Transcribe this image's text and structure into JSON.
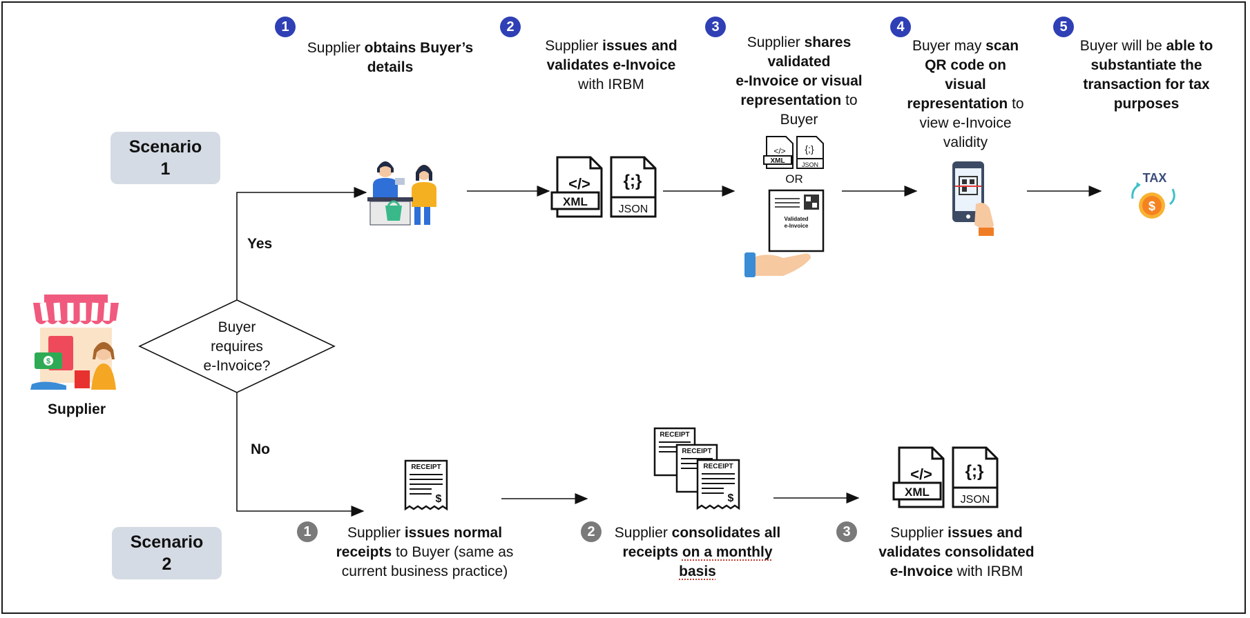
{
  "supplier_label": "Supplier",
  "decision": {
    "line1": "Buyer",
    "line2": "requires",
    "line3": "e-Invoice?"
  },
  "branch_yes": "Yes",
  "branch_no": "No",
  "scenario1": {
    "label_line1": "Scenario",
    "label_line2": "1",
    "steps": [
      {
        "num": "1",
        "p": [
          {
            "t": "Supplier "
          },
          {
            "b": "obtains Buyer’s"
          },
          {
            "br": true
          },
          {
            "b": "details"
          }
        ]
      },
      {
        "num": "2",
        "p": [
          {
            "t": "Supplier "
          },
          {
            "b": "issues and"
          },
          {
            "br": true
          },
          {
            "b": "validates e-Invoice"
          },
          {
            "br": true
          },
          {
            "t": "with IRBM"
          }
        ]
      },
      {
        "num": "3",
        "p": [
          {
            "t": "Supplier "
          },
          {
            "b": "shares"
          },
          {
            "br": true
          },
          {
            "b": "validated"
          },
          {
            "br": true
          },
          {
            "b": "e-Invoice or visual"
          },
          {
            "br": true
          },
          {
            "b": "representation"
          },
          {
            "t": " to"
          },
          {
            "br": true
          },
          {
            "t": "Buyer"
          }
        ]
      },
      {
        "num": "4",
        "p": [
          {
            "t": "Buyer may "
          },
          {
            "b": "scan"
          },
          {
            "br": true
          },
          {
            "b": "QR code on"
          },
          {
            "br": true
          },
          {
            "b": "visual"
          },
          {
            "br": true
          },
          {
            "b": "representation"
          },
          {
            "t": " to"
          },
          {
            "br": true
          },
          {
            "t": "view e-Invoice"
          },
          {
            "br": true
          },
          {
            "t": "validity"
          }
        ]
      },
      {
        "num": "5",
        "p": [
          {
            "t": "Buyer will be "
          },
          {
            "b": "able to"
          },
          {
            "br": true
          },
          {
            "b": "substantiate the"
          },
          {
            "br": true
          },
          {
            "b": "transaction for tax"
          },
          {
            "br": true
          },
          {
            "b": "purposes"
          }
        ]
      }
    ]
  },
  "scenario2": {
    "label_line1": "Scenario",
    "label_line2": "2",
    "steps": [
      {
        "num": "1",
        "p": [
          {
            "t": "Supplier "
          },
          {
            "b": "issues normal"
          },
          {
            "br": true
          },
          {
            "b": "receipts"
          },
          {
            "t": " to Buyer (same as"
          },
          {
            "br": true
          },
          {
            "t": "current business practice)"
          }
        ]
      },
      {
        "num": "2",
        "p": [
          {
            "t": "Supplier "
          },
          {
            "b": "consolidates all"
          },
          {
            "br": true
          },
          {
            "b": "receipts "
          },
          {
            "bu": "on a monthly"
          },
          {
            "br": true
          },
          {
            "bu": "basis"
          }
        ]
      },
      {
        "num": "3",
        "p": [
          {
            "t": "Supplier "
          },
          {
            "b": "issues and"
          },
          {
            "br": true
          },
          {
            "b": "validates consolidated"
          },
          {
            "br": true
          },
          {
            "b": "e-Invoice"
          },
          {
            "t": " with IRBM"
          }
        ]
      }
    ]
  },
  "icons": {
    "xml_label": "XML",
    "json_label": "JSON",
    "or_label": "OR",
    "validated_doc_line1": "Validated",
    "validated_doc_line2": "e-Invoice",
    "receipt_label": "RECEIPT",
    "tax_label": "TAX"
  },
  "colors": {
    "step_blue": "#2f3fb5",
    "step_grey": "#7a7a7a",
    "scenario_bg": "#d5dbe4"
  }
}
